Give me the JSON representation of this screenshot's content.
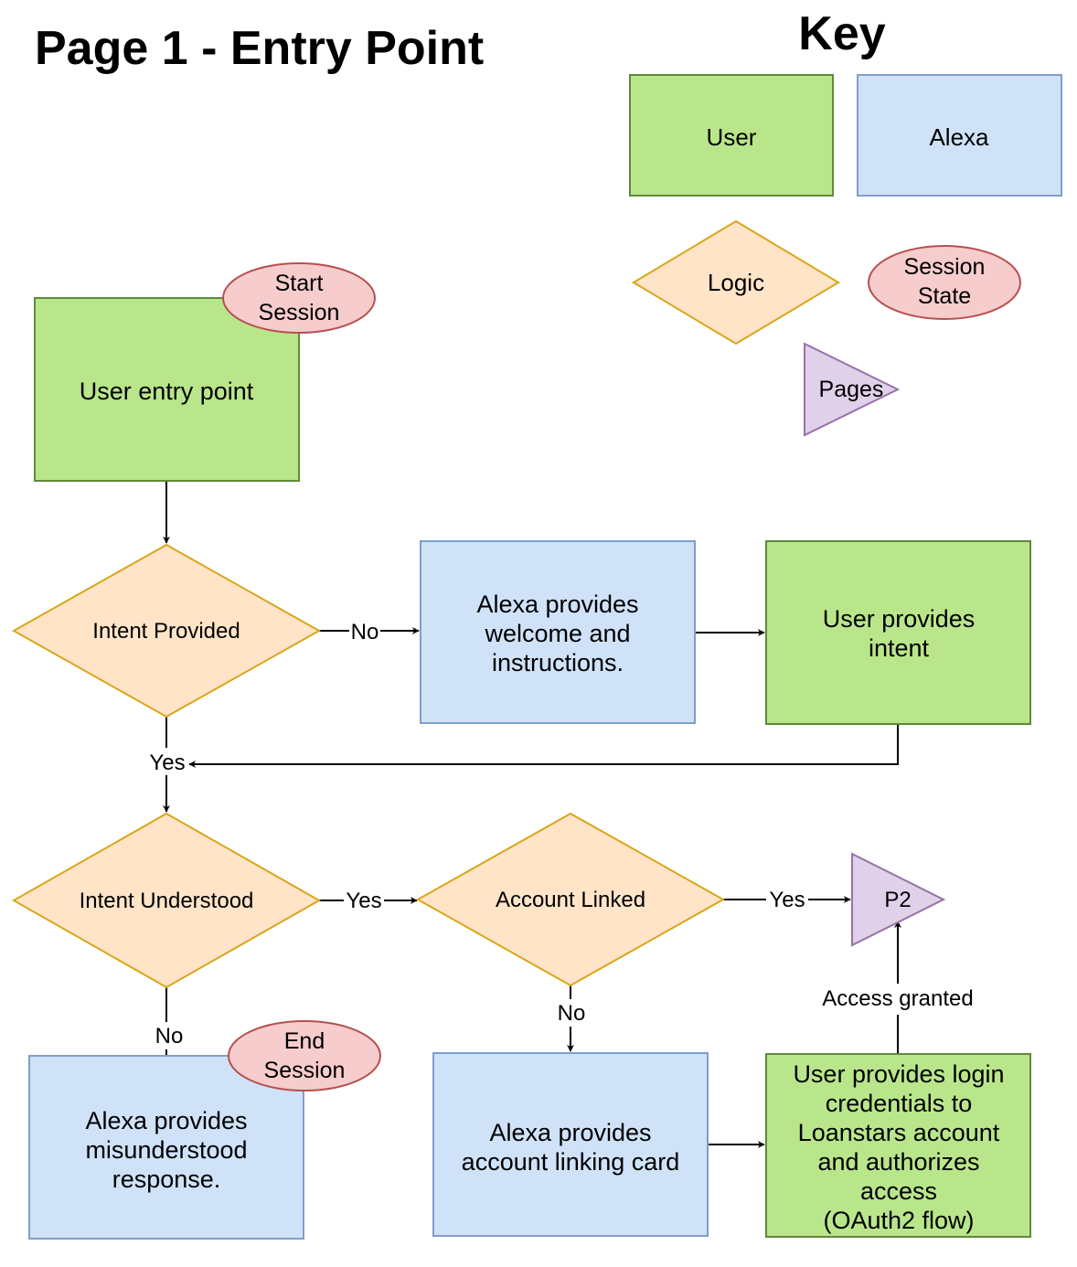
{
  "page_title": "Page 1 - Entry Point",
  "key": {
    "title": "Key",
    "user": "User",
    "alexa": "Alexa",
    "logic": "Logic",
    "session_state": [
      "Session",
      "State"
    ],
    "pages": "Pages"
  },
  "colors": {
    "user_fill": "#b9e68b",
    "user_stroke": "#5f8a3a",
    "alexa_fill": "#cfe2f8",
    "alexa_stroke": "#7f9fc9",
    "logic_fill": "#ffe4c8",
    "logic_stroke": "#d9a619",
    "session_fill": "#f6cccc",
    "session_stroke": "#b5504f",
    "page_fill": "#e0d1ea",
    "page_stroke": "#9673a6"
  },
  "nodes": {
    "user_entry": "User entry point",
    "start_session": [
      "Start",
      "Session"
    ],
    "intent_provided": "Intent Provided",
    "alexa_welcome": [
      "Alexa provides",
      "welcome and",
      "instructions."
    ],
    "user_intent": [
      "User provides",
      "intent"
    ],
    "intent_understood": "Intent Understood",
    "account_linked": "Account Linked",
    "p2": "P2",
    "alexa_misunderstood": [
      "Alexa provides",
      "misunderstood",
      "response."
    ],
    "end_session": [
      "End",
      "Session"
    ],
    "alexa_linking": [
      "Alexa provides",
      "account linking card"
    ],
    "user_login": [
      "User provides login",
      "credentials to",
      "Loanstars account",
      "and authorizes",
      "access",
      "(OAuth2 flow)"
    ]
  },
  "edges": {
    "no_1": "No",
    "yes_1": "Yes",
    "yes_2": "Yes",
    "yes_3": "Yes",
    "no_2": "No",
    "no_3": "No",
    "access_granted": "Access granted"
  }
}
